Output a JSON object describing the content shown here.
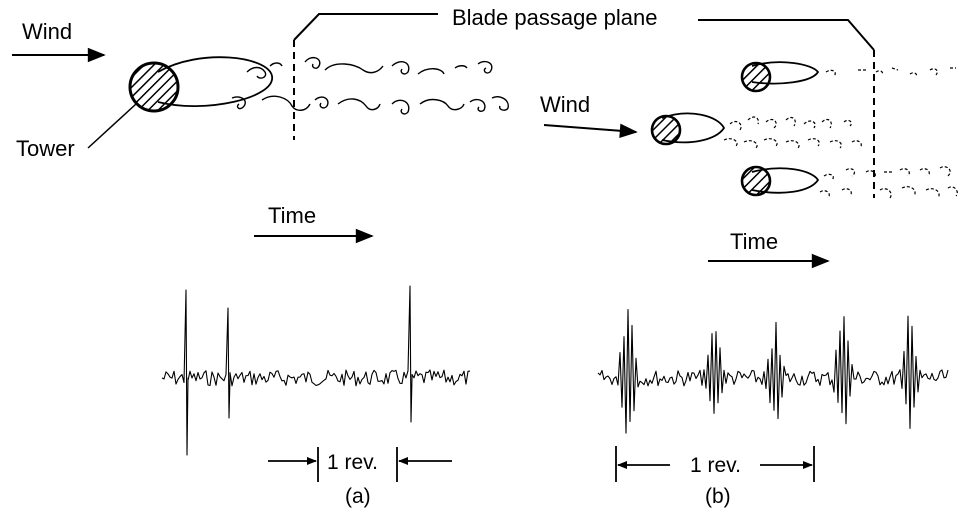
{
  "labels": {
    "blade_passage_plane": "Blade passage plane",
    "wind_a": "Wind",
    "tower": "Tower",
    "wind_b": "Wind",
    "time_a": "Time",
    "time_b": "Time",
    "rev_a": "1 rev.",
    "rev_b": "1 rev.",
    "panel_a": "(a)",
    "panel_b": "(b)"
  }
}
